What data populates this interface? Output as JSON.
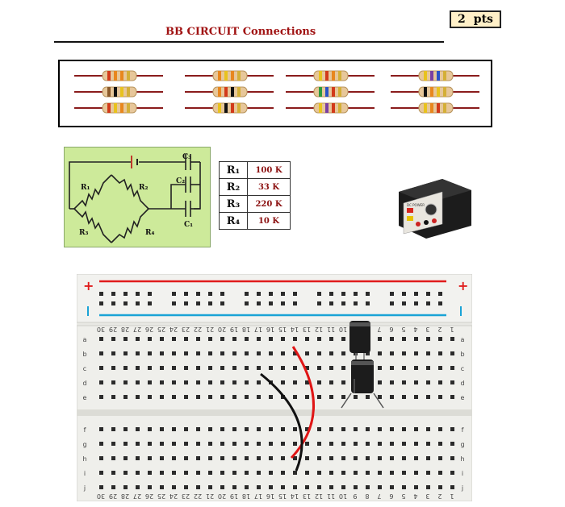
{
  "header": {
    "title": "BB CIRCUIT Connections",
    "points_value": "2",
    "points_unit": "pts"
  },
  "schematic": {
    "labels": {
      "r1": "R₁",
      "r2": "R₂",
      "r3": "R₃",
      "r4": "R₄",
      "c1": "C₁",
      "c2": "C₂",
      "c3": "C₃"
    }
  },
  "resistor_table": {
    "rows": [
      {
        "name": "R₁",
        "value": "100 K"
      },
      {
        "name": "R₂",
        "value": "33 K"
      },
      {
        "name": "R₃",
        "value": "220 K"
      },
      {
        "name": "R₄",
        "value": "10 K"
      }
    ]
  },
  "resistors": [
    {
      "bands": [
        "#d23a1a",
        "#e8871e",
        "#e8871e",
        "#d4af37"
      ]
    },
    {
      "bands": [
        "#8a5a2b",
        "#111111",
        "#e8c21e",
        "#d4af37"
      ]
    },
    {
      "bands": [
        "#d23a1a",
        "#e8c21e",
        "#e8871e",
        "#d4af37"
      ]
    },
    {
      "bands": [
        "#e8871e",
        "#e8c21e",
        "#e8871e",
        "#d4af37"
      ]
    },
    {
      "bands": [
        "#e8871e",
        "#d23a1a",
        "#111111",
        "#d4af37"
      ]
    },
    {
      "bands": [
        "#e8c21e",
        "#111111",
        "#d23a1a",
        "#d4af37"
      ]
    },
    {
      "bands": [
        "#e8c21e",
        "#d23a1a",
        "#e8871e",
        "#d4af37"
      ]
    },
    {
      "bands": [
        "#2e9a3e",
        "#2a53c7",
        "#d23a1a",
        "#d4af37"
      ]
    },
    {
      "bands": [
        "#e8c21e",
        "#7a3fa3",
        "#d23a1a",
        "#d4af37"
      ]
    },
    {
      "bands": [
        "#e8c21e",
        "#7a3fa3",
        "#2a53c7",
        "#d4af37"
      ]
    },
    {
      "bands": [
        "#111111",
        "#e8871e",
        "#e8c21e",
        "#d4af37"
      ]
    },
    {
      "bands": [
        "#e8c21e",
        "#e8871e",
        "#d23a1a",
        "#d4af37"
      ]
    }
  ],
  "power_supply": {
    "panel_label": "DC POWER"
  },
  "breadboard": {
    "rail_plus": "+",
    "rail_minus": "−",
    "rows_top": [
      "a",
      "b",
      "c",
      "d",
      "e"
    ],
    "rows_bottom": [
      "f",
      "g",
      "h",
      "i",
      "j"
    ],
    "columns": [
      "30",
      "29",
      "28",
      "27",
      "26",
      "25",
      "24",
      "23",
      "22",
      "21",
      "20",
      "19",
      "18",
      "17",
      "16",
      "15",
      "14",
      "13",
      "12",
      "11",
      "10",
      "9",
      "8",
      "7",
      "6",
      "5",
      "4",
      "3",
      "2",
      "1"
    ],
    "colors": {
      "plus_rail": "#e01c1c",
      "minus_rail": "#1aa3d6",
      "red_wire": "#e01616",
      "black_wire": "#111111"
    }
  }
}
